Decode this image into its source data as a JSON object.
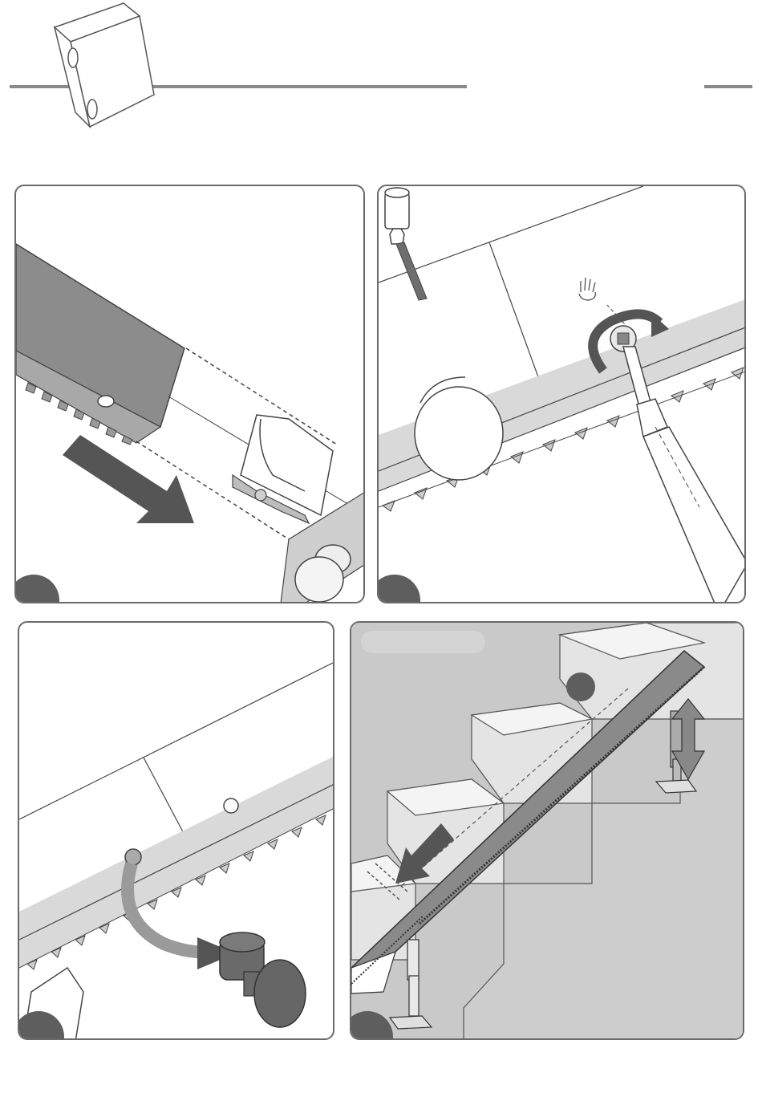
{
  "page": {
    "background": "#ffffff",
    "line_color": "#8a8a8a",
    "panel_border_color": "#6a6a6a",
    "rail_dark": "#8c8c8c",
    "rail_light": "#d9d9d9",
    "arrow_color": "#555555",
    "badge_color": "#5e5e5e"
  },
  "header": {
    "icon": "mounting-block-icon"
  },
  "panels": [
    {
      "id": "panel-1",
      "step_label": "",
      "icons": [
        "rail-tube-icon",
        "bracket-clip-icon",
        "knob-icon",
        "push-arrow-icon"
      ]
    },
    {
      "id": "panel-2",
      "step_label": "",
      "icons": [
        "allen-key-icon",
        "hand-icon",
        "rotate-arrow-icon",
        "screwdriver-icon",
        "knob-icon"
      ]
    },
    {
      "id": "panel-3",
      "step_label": "",
      "icons": [
        "screw-icon",
        "move-arrow-icon",
        "end-stop-knob-icon"
      ]
    },
    {
      "id": "panel-4",
      "step_label": "",
      "callout": "",
      "icons": [
        "staircase-icon",
        "rail-tube-icon",
        "support-post-icon",
        "height-adjust-arrow-icon",
        "slide-arrow-icon"
      ]
    }
  ]
}
